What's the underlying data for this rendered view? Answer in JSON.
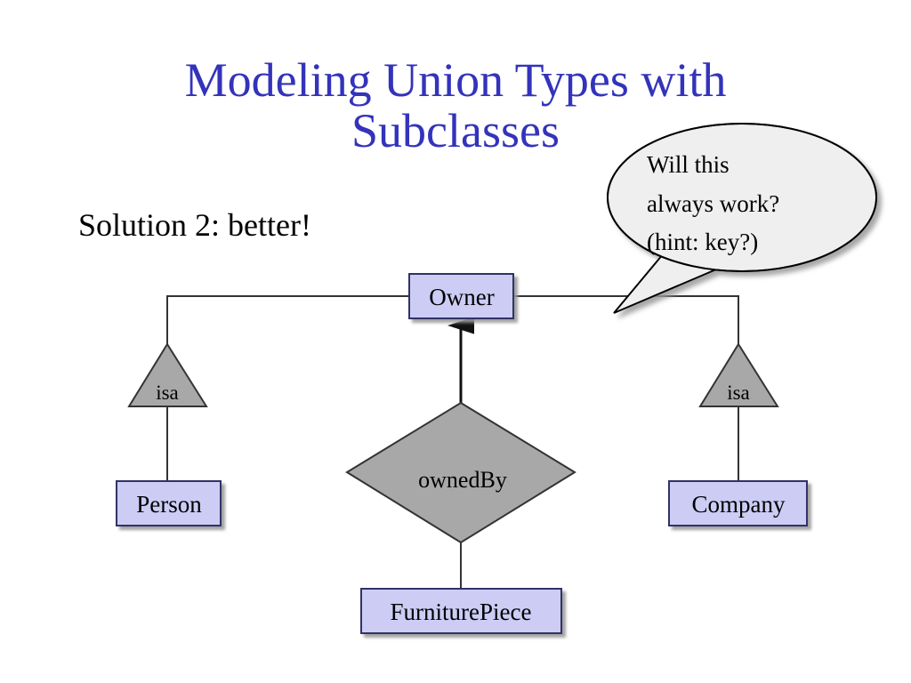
{
  "slide": {
    "background_color": "#ffffff",
    "title": {
      "line1": "Modeling Union Types with",
      "line2": "Subclasses",
      "color": "#3333bb"
    },
    "caption": "Solution 2: better!"
  },
  "callout": {
    "name": "speech-bubble",
    "line1": "Will this",
    "line2": "always work?",
    "line3": "(hint: key?)",
    "fill_color": "#efefef",
    "stroke_color": "#000000"
  },
  "diagram": {
    "type": "er-diagram",
    "entity_fill_color": "#ccccf5",
    "entity_stroke_color": "#333366",
    "relationship_fill_color": "#a8a8a8",
    "relationship_stroke_color": "#333333",
    "isa_fill_color": "#a8a8a8",
    "isa_stroke_color": "#333333",
    "connector_color": "#333333",
    "entities": [
      {
        "id": "owner",
        "label": "Owner"
      },
      {
        "id": "person",
        "label": "Person"
      },
      {
        "id": "company",
        "label": "Company"
      },
      {
        "id": "furniturepiece",
        "label": "FurniturePiece"
      }
    ],
    "relationships": [
      {
        "id": "ownedby",
        "label": "ownedBy"
      }
    ],
    "isa_nodes": [
      {
        "id": "isa-left",
        "label": "isa"
      },
      {
        "id": "isa-right",
        "label": "isa"
      }
    ],
    "edges": [
      {
        "from": "owner",
        "to": "isa-left",
        "style": "plain"
      },
      {
        "from": "isa-left",
        "to": "person",
        "style": "plain"
      },
      {
        "from": "owner",
        "to": "isa-right",
        "style": "plain"
      },
      {
        "from": "isa-right",
        "to": "company",
        "style": "plain"
      },
      {
        "from": "ownedby",
        "to": "owner",
        "style": "arrow"
      },
      {
        "from": "furniturepiece",
        "to": "ownedby",
        "style": "plain"
      }
    ]
  }
}
